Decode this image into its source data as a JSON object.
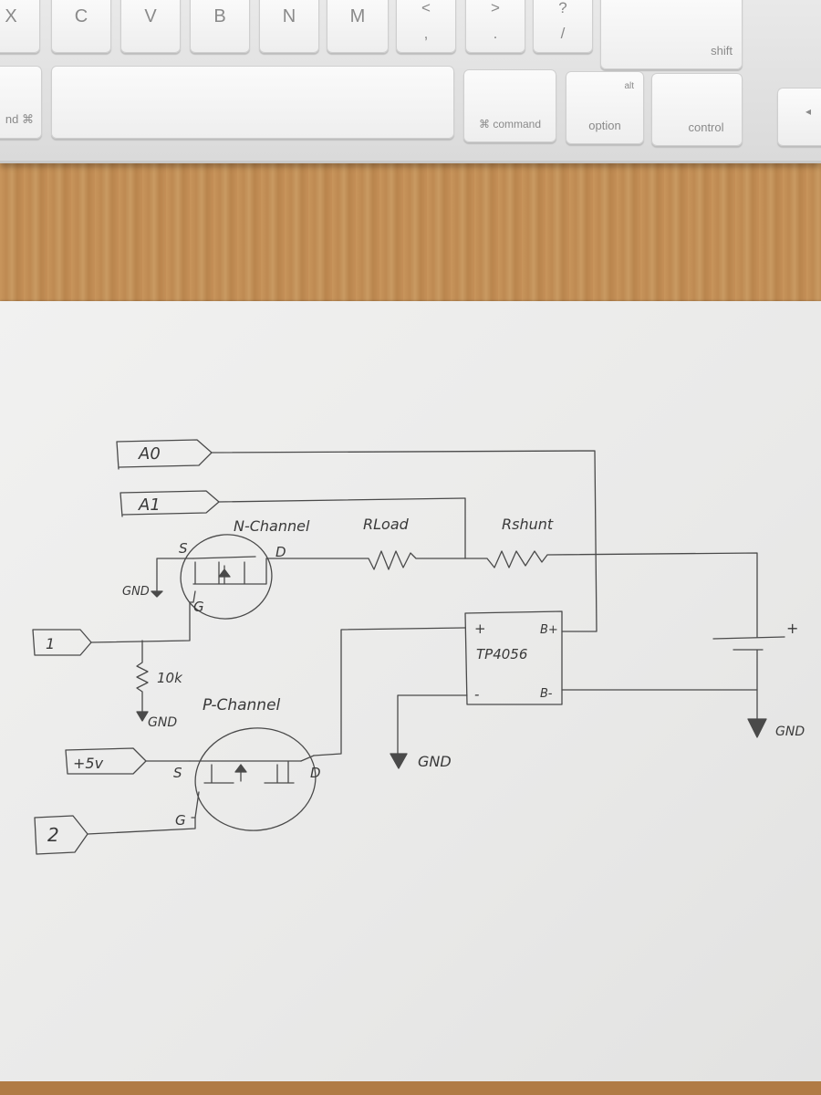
{
  "keyboard": {
    "row1": [
      {
        "id": "x",
        "label": "X"
      },
      {
        "id": "c",
        "label": "C"
      },
      {
        "id": "v",
        "label": "V"
      },
      {
        "id": "b",
        "label": "B"
      },
      {
        "id": "n",
        "label": "N"
      },
      {
        "id": "m",
        "label": "M"
      },
      {
        "id": "comma",
        "upper": "<",
        "lower": ","
      },
      {
        "id": "period",
        "upper": ">",
        "lower": "."
      },
      {
        "id": "slash",
        "upper": "?",
        "lower": "/"
      },
      {
        "id": "shift",
        "label": "shift"
      }
    ],
    "row2": {
      "cmd_left": "nd ⌘",
      "cmd_right": "⌘ command",
      "alt_top": "alt",
      "alt_bottom": "option",
      "control": "control",
      "arrow": "◂"
    }
  },
  "schematic": {
    "pins": {
      "a0": "A0",
      "a1": "A1",
      "in1": "1",
      "in2": "2",
      "plus5v": "+5v"
    },
    "labels": {
      "n_channel": "N-Channel",
      "p_channel": "P-Channel",
      "r_load": "RLoad",
      "r_shunt": "Rshunt",
      "resistor_10k": "10k",
      "gnd": "GND",
      "chip": "TP4056",
      "chip_plus": "+",
      "chip_minus": "-",
      "chip_bplus": "B+",
      "chip_bminus": "B-",
      "battery_plus": "+",
      "s": "S",
      "d": "D",
      "g": "G"
    }
  }
}
